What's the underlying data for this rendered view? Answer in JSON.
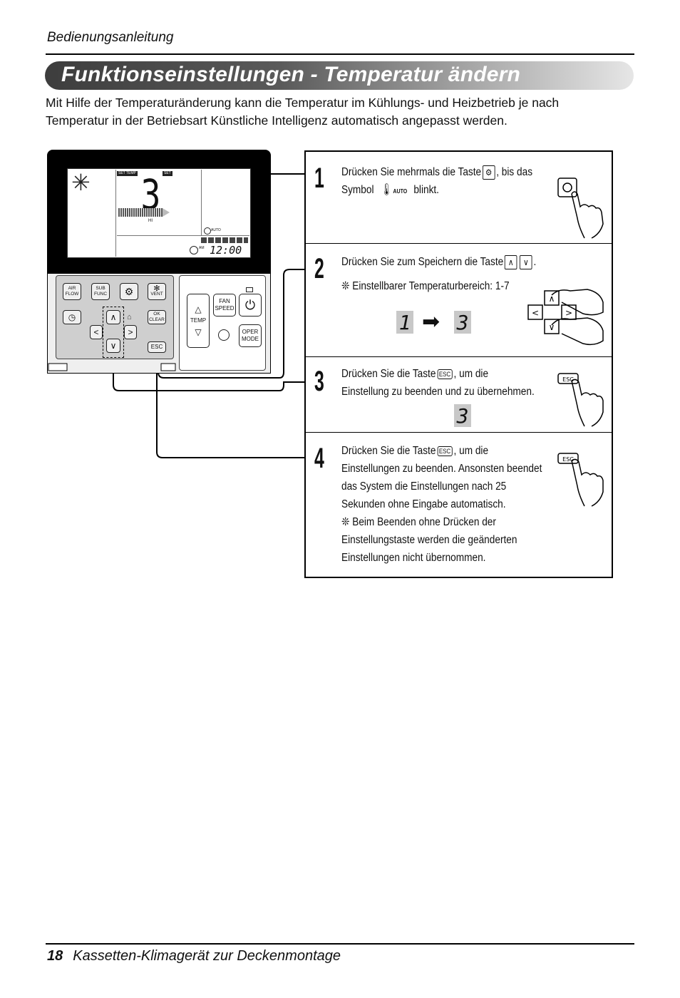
{
  "header": {
    "doc_label": "Bedienungsanleitung"
  },
  "title": "Funktionseinstellungen - Temperatur ändern",
  "intro": "Mit Hilfe der Temperaturänderung kann die Temperatur im Kühlungs- und Heizbetrieb je nach Temperatur in der Betriebsart Künstliche Intelligenz automatisch angepasst werden.",
  "remote": {
    "lcd": {
      "set_temp_tag": "SET TEMP",
      "set_tag": "SET",
      "big_digit": "3",
      "fan_label": "HI",
      "auto_label": "AUTO",
      "am_label": "AM",
      "clock": "12:00"
    },
    "buttons": {
      "air_flow": [
        "AIR",
        "FLOW"
      ],
      "sub_func": [
        "SUB",
        "FUNC"
      ],
      "vent": "VENT",
      "ok_clear": [
        "OK",
        "CLEAR"
      ],
      "esc": "ESC",
      "fan_speed": [
        "FAN",
        "SPEED"
      ],
      "temp": "TEMP",
      "oper_mode": [
        "OPER",
        "MODE"
      ]
    }
  },
  "steps": [
    {
      "number": "1",
      "text_a": "Drücken Sie mehrmals die Taste",
      "text_b": ", bis das",
      "text_c": "Symbol",
      "text_d": "blinkt.",
      "auto_label": "AUTO"
    },
    {
      "number": "2",
      "text_a": "Drücken Sie zum Speichern die Taste",
      "text_b": ".",
      "note": "❊ Einstellbarer Temperaturbereich: 1-7",
      "from_value": "1",
      "to_value": "3"
    },
    {
      "number": "3",
      "text_a": "Drücken Sie die Taste",
      "text_b": ", um die",
      "text_c": "Einstellung zu beenden und zu übernehmen.",
      "display_value": "3",
      "key_label": "ESC"
    },
    {
      "number": "4",
      "text_a": "Drücken Sie die Taste",
      "text_b": ", um die",
      "lines": [
        "Einstellungen zu beenden. Ansonsten beendet",
        "das System die Einstellungen nach 25",
        "Sekunden ohne Eingabe automatisch.",
        "❊ Beim Beenden ohne Drücken der",
        "Einstellungstaste werden die geänderten",
        "Einstellungen nicht übernommen."
      ],
      "key_label": "ESC"
    }
  ],
  "footer": {
    "page_number": "18",
    "text": "Kassetten-Klimagerät zur Deckenmontage"
  }
}
